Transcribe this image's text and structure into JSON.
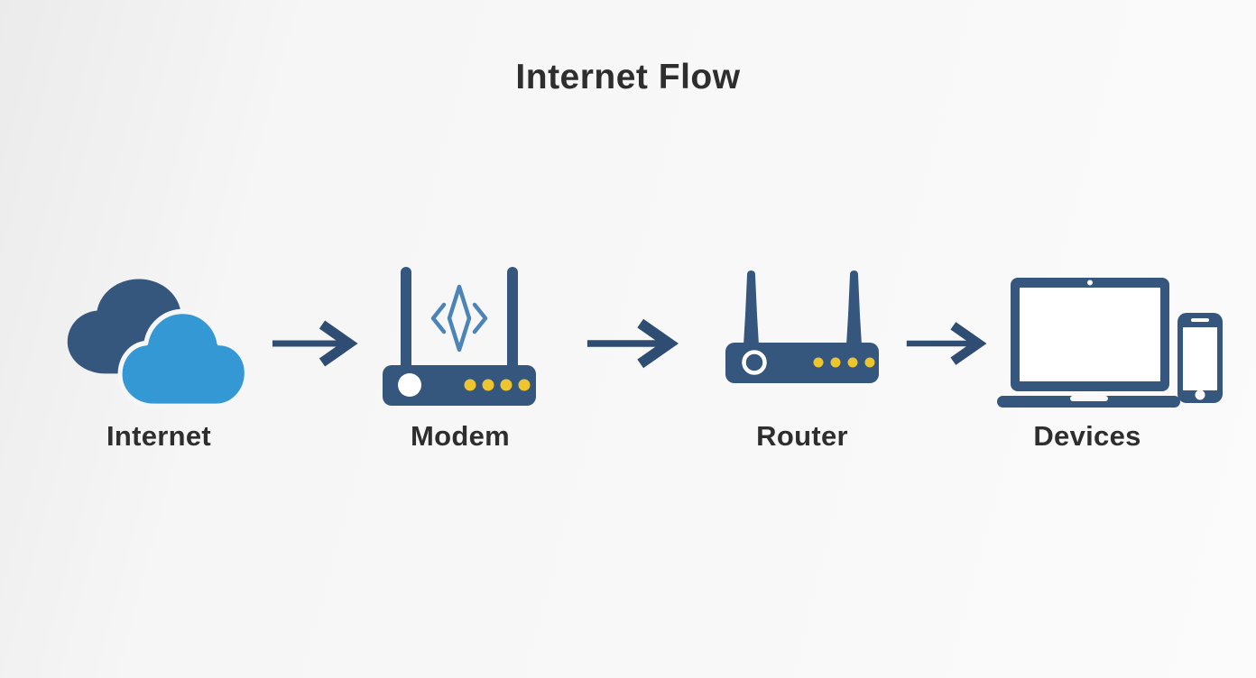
{
  "title": "Internet Flow",
  "colors": {
    "background": "#f8f8f8",
    "navy": "#35567d",
    "arrow_navy": "#2f4d72",
    "light_blue": "#3498d5",
    "glyph_blue": "#4d84b8",
    "dot_yellow": "#edc52f",
    "white": "#ffffff",
    "text": "#2e2e2e"
  },
  "nodes": [
    {
      "id": "internet",
      "label": "Internet",
      "icon": "cloud-icon"
    },
    {
      "id": "modem",
      "label": "Modem",
      "icon": "modem-icon"
    },
    {
      "id": "router",
      "label": "Router",
      "icon": "router-icon"
    },
    {
      "id": "devices",
      "label": "Devices",
      "icon": "laptop-and-phone-icon"
    }
  ],
  "connections": [
    {
      "from": "internet",
      "to": "modem"
    },
    {
      "from": "modem",
      "to": "router"
    },
    {
      "from": "router",
      "to": "devices"
    }
  ]
}
